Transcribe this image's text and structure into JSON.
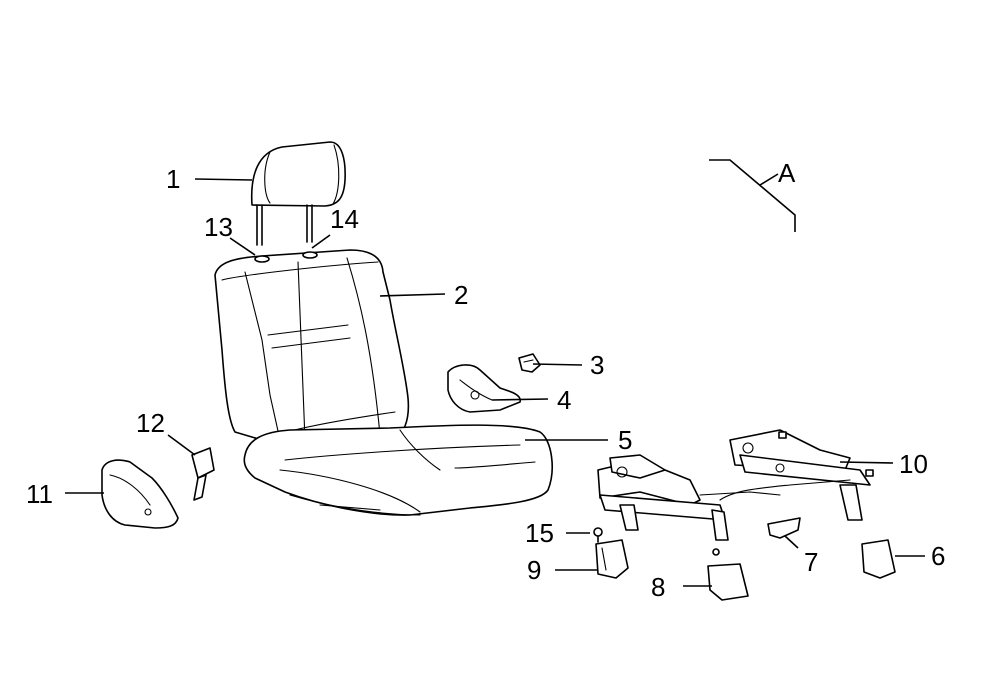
{
  "callouts": {
    "c1": "1",
    "c2": "2",
    "c3": "3",
    "c4": "4",
    "c5": "5",
    "c6": "6",
    "c7": "7",
    "c8": "8",
    "c9": "9",
    "c10": "10",
    "c11": "11",
    "c12": "12",
    "c13": "13",
    "c14": "14",
    "c15": "15",
    "cA": "A"
  }
}
